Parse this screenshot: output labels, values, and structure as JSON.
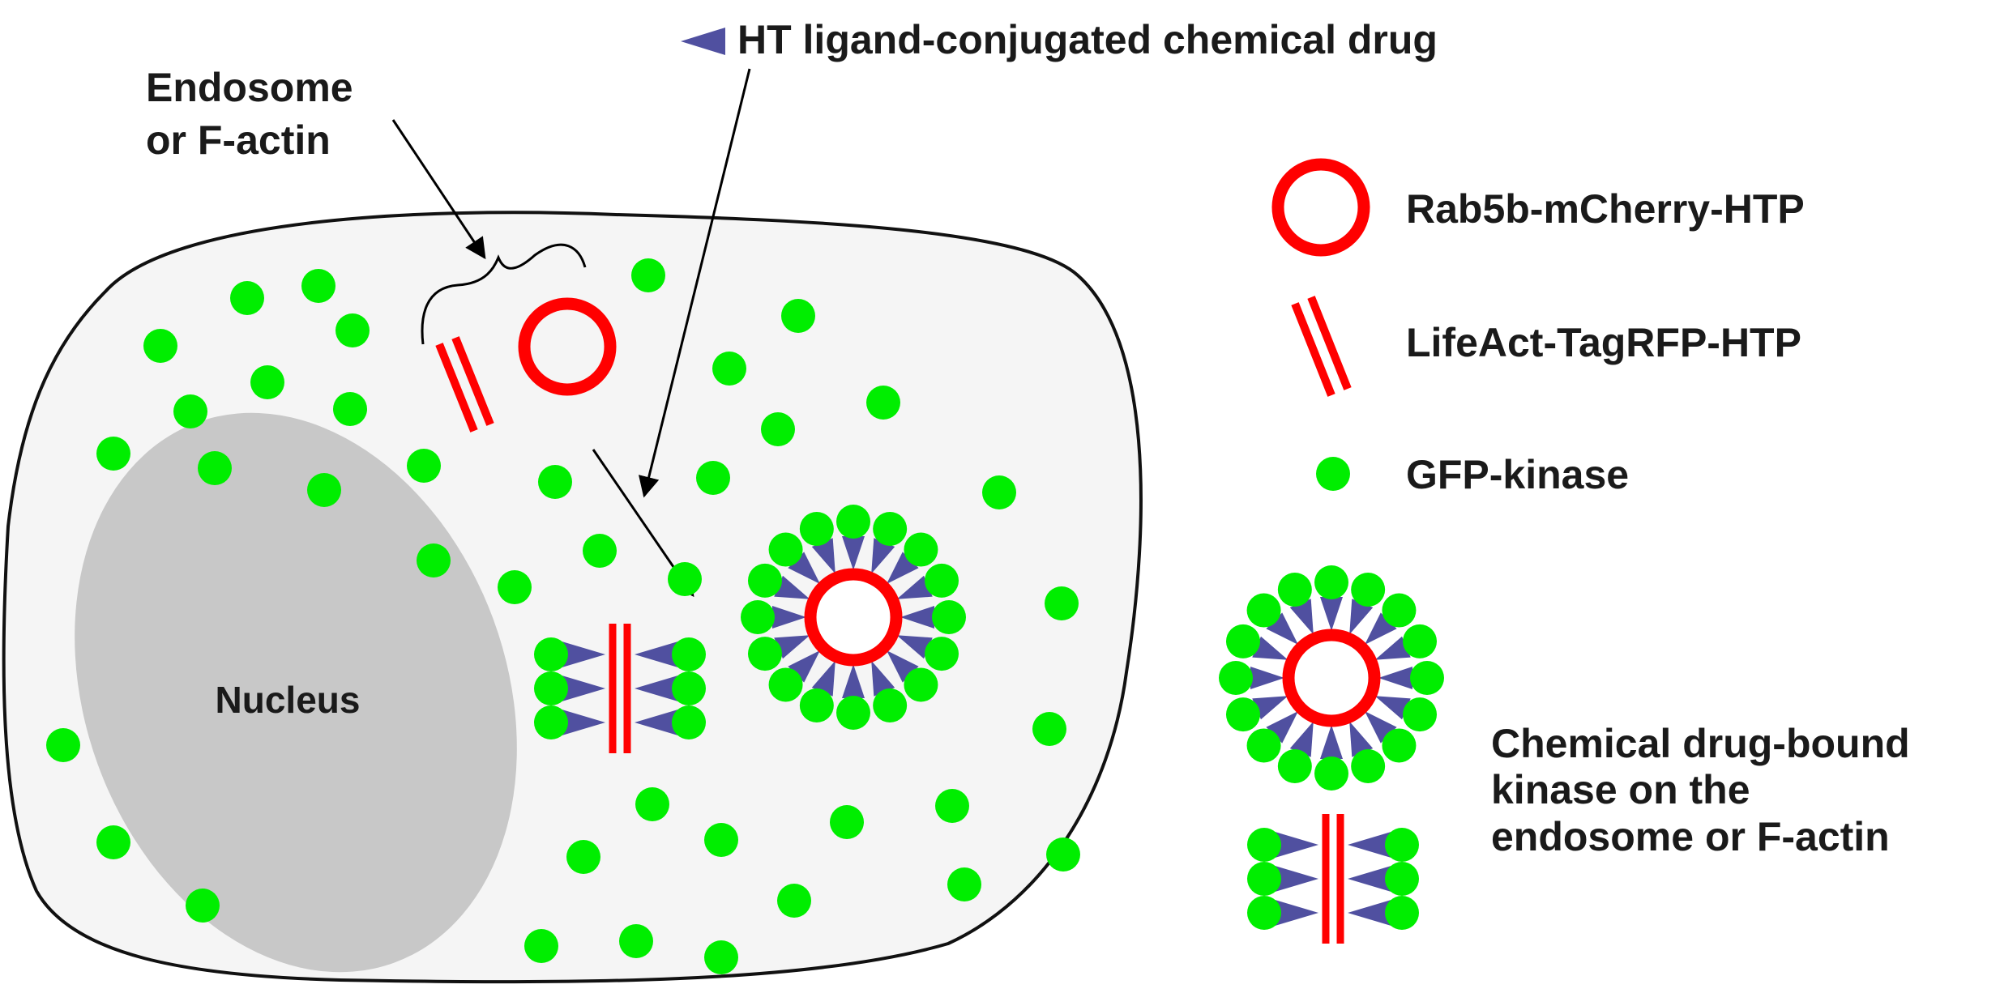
{
  "labels": {
    "drug": "HT ligand-conjugated chemical drug",
    "endosome_line1": "Endosome",
    "endosome_line2": "or F-actin",
    "nucleus": "Nucleus"
  },
  "legend": {
    "rab5b": "Rab5b-mCherry-HTP",
    "lifeact": "LifeAct-TagRFP-HTP",
    "gfp": "GFP-kinase",
    "bound_line1": "Chemical drug-bound",
    "bound_line2": "kinase on the",
    "bound_line3": "endosome or F-actin"
  },
  "colors": {
    "gfp_green": "#00ee00",
    "htp_red": "#ff0000",
    "drug_blue": "#5050a0",
    "cell_fill": "#f5f5f5",
    "nucleus_fill": "#c8c8c8"
  },
  "icons": {
    "drug": "blue-triangle",
    "endosome": "red-ring",
    "factin": "red-double-bar",
    "kinase": "green-dot"
  }
}
